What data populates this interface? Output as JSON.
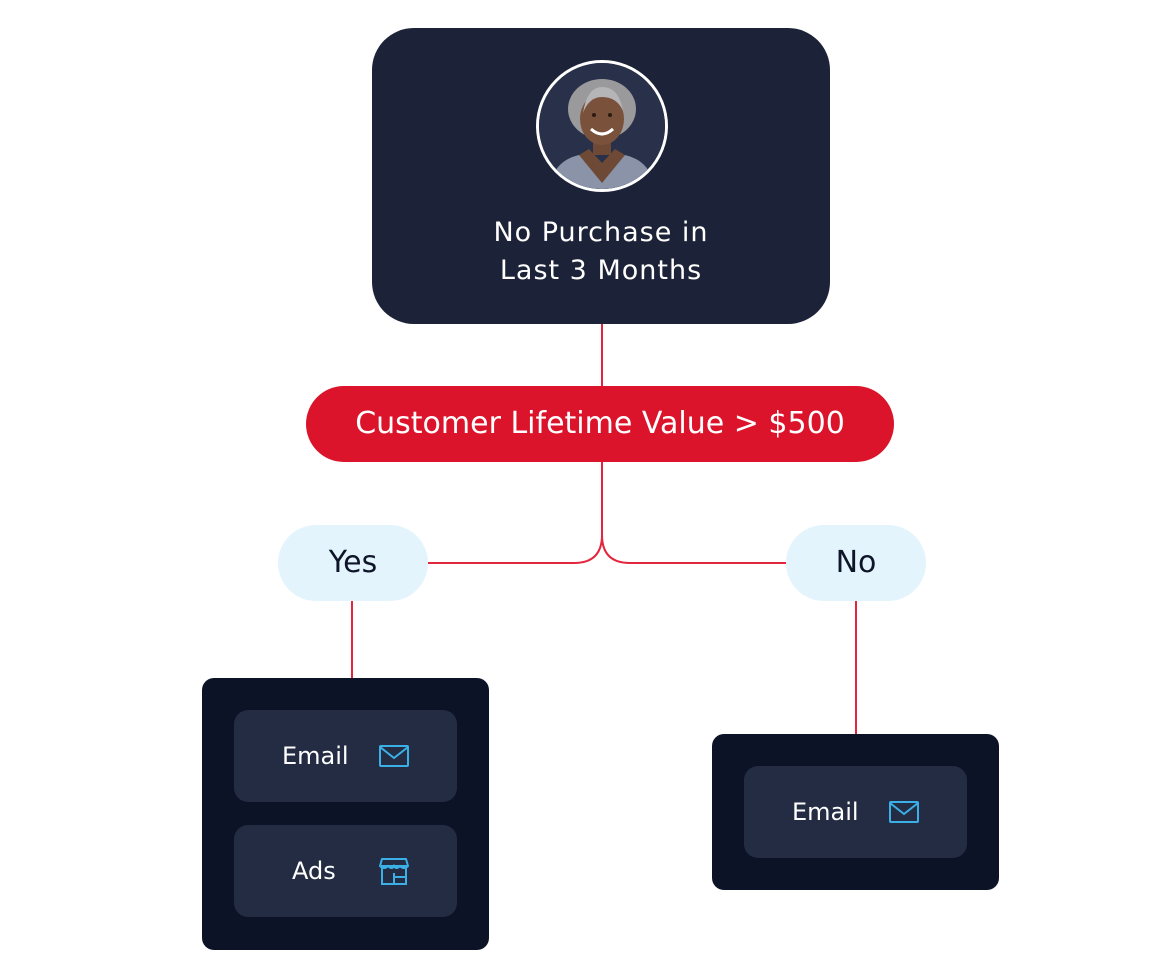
{
  "root": {
    "line1": "No Purchase in",
    "line2": "Last 3 Months"
  },
  "condition": {
    "label": "Customer Lifetime Value > $500"
  },
  "branches": {
    "yes": "Yes",
    "no": "No"
  },
  "yes_actions": [
    {
      "label": "Email",
      "icon": "mail-icon"
    },
    {
      "label": "Ads",
      "icon": "storefront-icon"
    }
  ],
  "no_actions": [
    {
      "label": "Email",
      "icon": "mail-icon"
    }
  ],
  "colors": {
    "card_dark": "#1c2237",
    "condition_red": "#dc142b",
    "branch_light": "#e4f4fc",
    "panel_dark": "#0c1327",
    "action_bg": "#232c43",
    "icon_blue": "#3ab0e6",
    "connector": "#e3263e"
  }
}
